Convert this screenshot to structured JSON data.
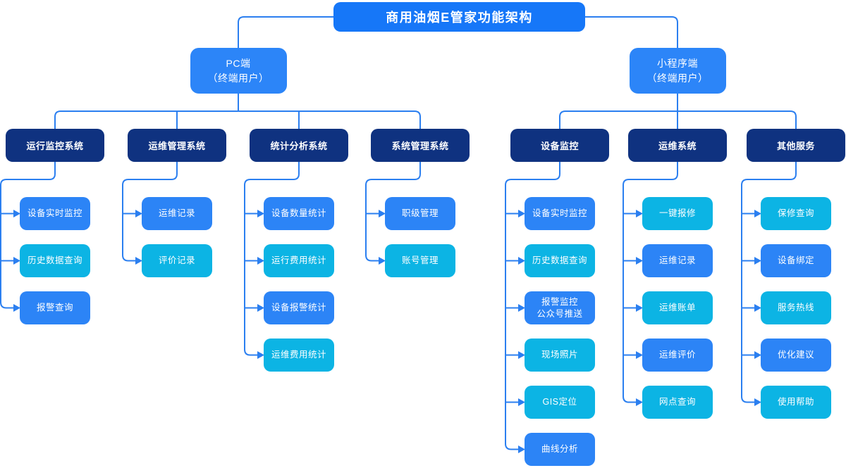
{
  "colors": {
    "title_bg": "#1677F8",
    "branch_bg": "#2C85F8",
    "group_bg": "#0F3280",
    "leaf_blue": "#2C84F6",
    "leaf_cyan": "#0CB4E4",
    "line": "#2B7FF0",
    "text": "#FFFFFF",
    "background": "#FFFFFF"
  },
  "diagram": {
    "title": "商用油烟E管家功能架构",
    "branches": [
      {
        "label": "PC端\n（终端用户）",
        "groups": [
          {
            "label": "运行监控系统",
            "leaves": [
              {
                "label": "设备实时监控",
                "color": "blue"
              },
              {
                "label": "历史数据查询",
                "color": "cyan"
              },
              {
                "label": "报警查询",
                "color": "blue"
              }
            ]
          },
          {
            "label": "运维管理系统",
            "leaves": [
              {
                "label": "运维记录",
                "color": "blue"
              },
              {
                "label": "评价记录",
                "color": "cyan"
              }
            ]
          },
          {
            "label": "统计分析系统",
            "leaves": [
              {
                "label": "设备数量统计",
                "color": "blue"
              },
              {
                "label": "运行费用统计",
                "color": "cyan"
              },
              {
                "label": "设备报警统计",
                "color": "blue"
              },
              {
                "label": "运维费用统计",
                "color": "cyan"
              }
            ]
          },
          {
            "label": "系统管理系统",
            "leaves": [
              {
                "label": "职级管理",
                "color": "blue"
              },
              {
                "label": "账号管理",
                "color": "cyan"
              }
            ]
          }
        ]
      },
      {
        "label": "小程序端\n（终端用户）",
        "groups": [
          {
            "label": "设备监控",
            "leaves": [
              {
                "label": "设备实时监控",
                "color": "blue"
              },
              {
                "label": "历史数据查询",
                "color": "cyan"
              },
              {
                "label": "报警监控\n公众号推送",
                "color": "blue"
              },
              {
                "label": "现场照片",
                "color": "cyan"
              },
              {
                "label": "GIS定位",
                "color": "cyan"
              },
              {
                "label": "曲线分析",
                "color": "blue"
              }
            ]
          },
          {
            "label": "运维系统",
            "leaves": [
              {
                "label": "一键报修",
                "color": "cyan"
              },
              {
                "label": "运维记录",
                "color": "blue"
              },
              {
                "label": "运维账单",
                "color": "cyan"
              },
              {
                "label": "运维评价",
                "color": "blue"
              },
              {
                "label": "网点查询",
                "color": "cyan"
              }
            ]
          },
          {
            "label": "其他服务",
            "leaves": [
              {
                "label": "保修查询",
                "color": "cyan"
              },
              {
                "label": "设备绑定",
                "color": "blue"
              },
              {
                "label": "服务热线",
                "color": "cyan"
              },
              {
                "label": "优化建议",
                "color": "blue"
              },
              {
                "label": "使用帮助",
                "color": "cyan"
              }
            ]
          }
        ]
      }
    ]
  }
}
